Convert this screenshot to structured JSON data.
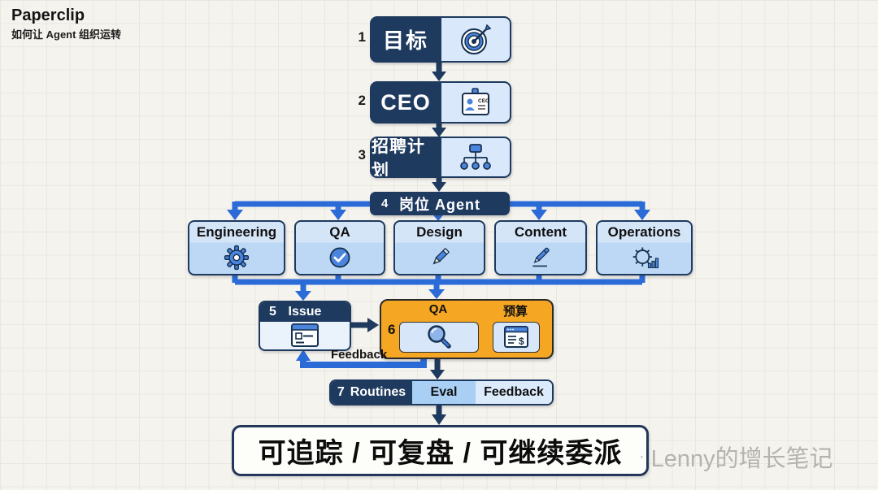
{
  "colors": {
    "navy": "#1e3a5f",
    "blue": "#2b6bd8",
    "orange": "#f5a623",
    "panel_blue": "#d7e7f9",
    "bg": "#f5f3ee"
  },
  "header": {
    "title": "Paperclip",
    "subtitle": "如何让 Agent 组织运转"
  },
  "steps": {
    "s1": {
      "num": "1",
      "label": "目标",
      "icon": "target-icon"
    },
    "s2": {
      "num": "2",
      "label": "CEO",
      "icon": "id-badge-icon",
      "badge_text": "CEO"
    },
    "s3": {
      "num": "3",
      "label": "招聘计划",
      "icon": "org-chart-icon"
    },
    "s4": {
      "num": "4",
      "label": "岗位 Agent"
    },
    "s5": {
      "num": "5",
      "label": "Issue",
      "icon": "issue-window-icon"
    },
    "s6": {
      "num": "6",
      "panels": [
        {
          "label": "QA",
          "icon": "magnifier-icon"
        },
        {
          "label": "预算",
          "icon": "budget-window-icon",
          "symbol": "$"
        }
      ]
    },
    "s7": {
      "num": "7",
      "label": "Routines",
      "segments": [
        "Eval",
        "Feedback"
      ]
    }
  },
  "departments": [
    {
      "label": "Engineering",
      "icon": "gear-icon"
    },
    {
      "label": "QA",
      "icon": "check-circle-icon"
    },
    {
      "label": "Design",
      "icon": "pencil-icon"
    },
    {
      "label": "Content",
      "icon": "pen-icon"
    },
    {
      "label": "Operations",
      "icon": "gear-chart-icon"
    }
  ],
  "feedback_label": "Feedback",
  "banner": "可追踪 / 可复盘 / 可继续委派",
  "watermark": {
    "separator": "·",
    "text": "Lenny的增长笔记"
  }
}
